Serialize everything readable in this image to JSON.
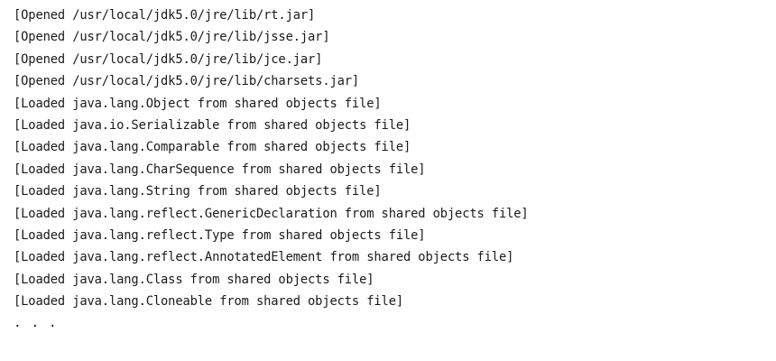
{
  "console": {
    "lines": [
      "[Opened /usr/local/jdk5.0/jre/lib/rt.jar]",
      "[Opened /usr/local/jdk5.0/jre/lib/jsse.jar]",
      "[Opened /usr/local/jdk5.0/jre/lib/jce.jar]",
      "[Opened /usr/local/jdk5.0/jre/lib/charsets.jar]",
      "[Loaded java.lang.Object from shared objects file]",
      "[Loaded java.io.Serializable from shared objects file]",
      "[Loaded java.lang.Comparable from shared objects file]",
      "[Loaded java.lang.CharSequence from shared objects file]",
      "[Loaded java.lang.String from shared objects file]",
      "[Loaded java.lang.reflect.GenericDeclaration from shared objects file]",
      "[Loaded java.lang.reflect.Type from shared objects file]",
      "[Loaded java.lang.reflect.AnnotatedElement from shared objects file]",
      "[Loaded java.lang.Class from shared objects file]",
      "[Loaded java.lang.Cloneable from shared objects file]"
    ],
    "continuation": ". . ."
  }
}
